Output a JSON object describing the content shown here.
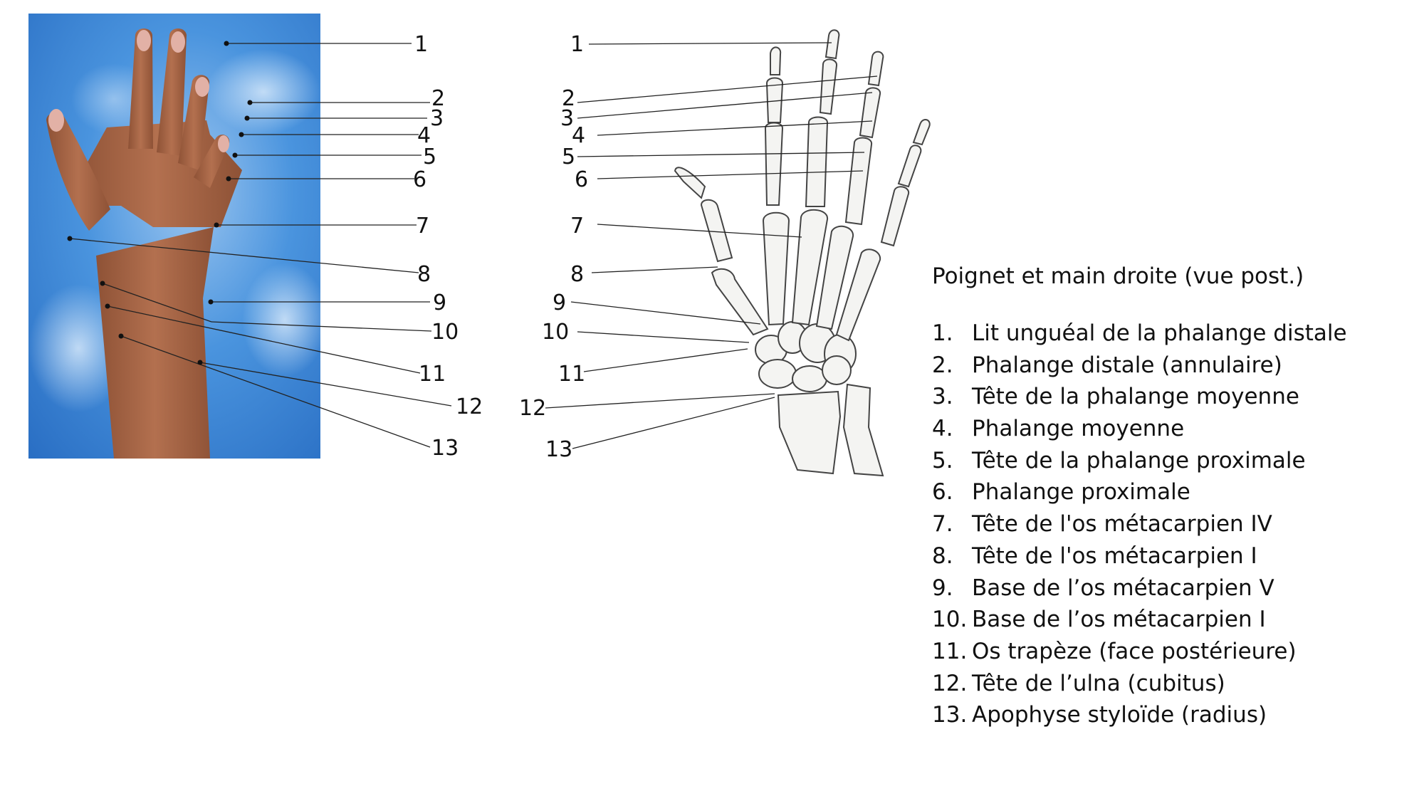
{
  "legend": {
    "title": "Poignet et main droite (vue post.)",
    "items": [
      {
        "n": "1.",
        "text": "Lit unguéal de la phalange distale"
      },
      {
        "n": "2.",
        "text": "Phalange distale (annulaire)"
      },
      {
        "n": "3.",
        "text": "Tête de la phalange moyenne"
      },
      {
        "n": "4.",
        "text": "Phalange moyenne"
      },
      {
        "n": "5.",
        "text": "Tête de la phalange proximale"
      },
      {
        "n": "6.",
        "text": "Phalange proximale"
      },
      {
        "n": "7.",
        "text": "Tête de l'os métacarpien IV"
      },
      {
        "n": "8.",
        "text": "Tête de l'os métacarpien I"
      },
      {
        "n": "9.",
        "text": "Base de l’os métacarpien V"
      },
      {
        "n": "10.",
        "text": "Base de l’os métacarpien I"
      },
      {
        "n": "11.",
        "text": "Os trapèze (face postérieure)"
      },
      {
        "n": "12.",
        "text": "Tête de l’ulna (cubitus)"
      },
      {
        "n": "13.",
        "text": "Apophyse styloïde (radius)"
      }
    ]
  },
  "photo_labels": [
    "1",
    "2",
    "3",
    "4",
    "5",
    "6",
    "7",
    "8",
    "9",
    "10",
    "11",
    "12",
    "13"
  ],
  "skeleton_labels": [
    "1",
    "2",
    "3",
    "4",
    "5",
    "6",
    "7",
    "8",
    "9",
    "10",
    "11",
    "12",
    "13"
  ],
  "colors": {
    "background_blue": "#3f8fdc",
    "skin": "#a8684a",
    "nail": "#e2b1a6",
    "bone_fill": "#f4f4f2",
    "bone_stroke": "#444444",
    "leader": "#222222"
  }
}
